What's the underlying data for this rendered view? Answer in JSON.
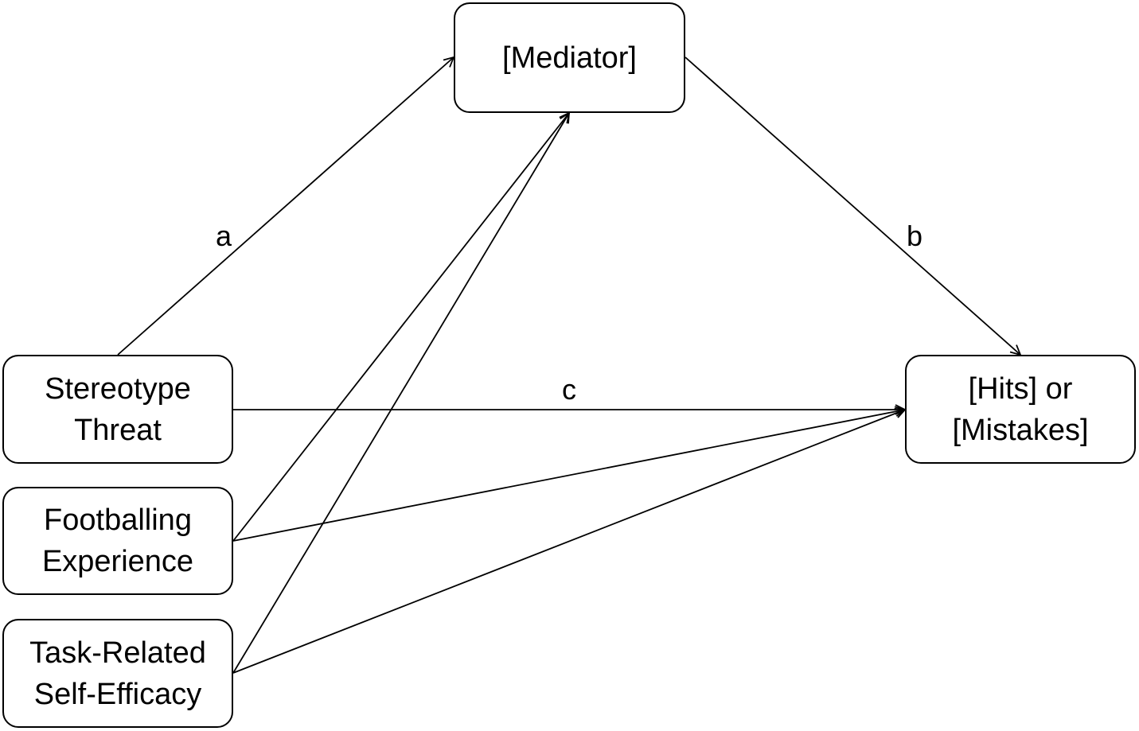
{
  "nodes": {
    "mediator": "[Mediator]",
    "stereotype_threat": "Stereotype\nThreat",
    "footballing_experience": "Footballing\nExperience",
    "self_efficacy": "Task-Related\nSelf-Efficacy",
    "outcome": "[Hits] or\n[Mistakes]"
  },
  "paths": {
    "a": "a",
    "b": "b",
    "c": "c"
  },
  "colors": {
    "stroke": "#000000",
    "background": "#ffffff"
  }
}
